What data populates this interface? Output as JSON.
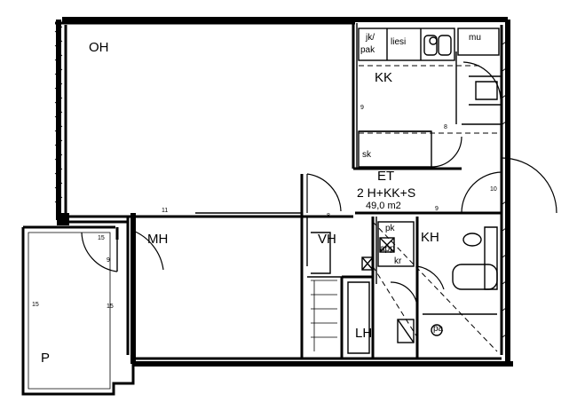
{
  "rooms": {
    "oh": "OH",
    "kk": "KK",
    "et": "ET",
    "mh": "MH",
    "vh": "VH",
    "kh": "KH",
    "lh": "LH",
    "p": "P"
  },
  "fixtures": {
    "jk_pak_line1": "jk/",
    "jk_pak_line2": "pak",
    "liesi": "liesi",
    "mu": "mu",
    "sk": "sk",
    "pk": "pk",
    "app": "app",
    "kr": "kr",
    "pa": "pa"
  },
  "summary": {
    "type": "2 H+KK+S",
    "area": "49,0 m2"
  },
  "dims": {
    "d11": "11",
    "d8a": "8",
    "d8b": "8",
    "d9": "9",
    "d10": "10",
    "d15a": "15",
    "d9v": "9",
    "d15b": "15",
    "d15c": "15",
    "d9k": "9"
  }
}
